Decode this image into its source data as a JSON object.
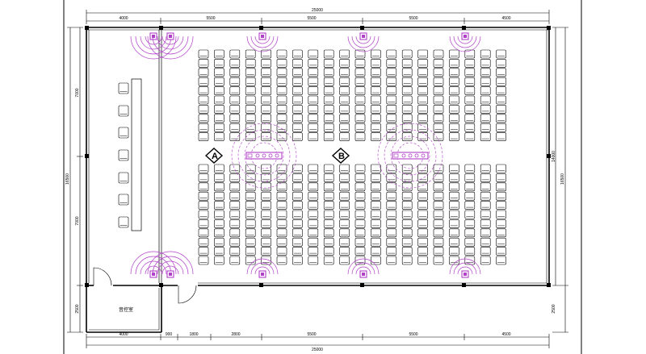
{
  "dimensions": {
    "top_total": "25000",
    "top_segments": [
      "4000",
      "5500",
      "5500",
      "5500",
      "4500"
    ],
    "bottom_total": "25000",
    "bottom_segments": [
      "4000",
      "900",
      "1800",
      "2800",
      "5500",
      "5500",
      "4500"
    ],
    "left_segments": [
      "7000",
      "7000",
      "2500"
    ],
    "left_total": "16500",
    "right_upper": "14000",
    "right_total": "16500",
    "right_lower": "2500"
  },
  "markers": {
    "a": "A",
    "b": "B"
  },
  "room_label": "音控室",
  "colors": {
    "speaker": "#b040c8",
    "lines": "#000000"
  }
}
